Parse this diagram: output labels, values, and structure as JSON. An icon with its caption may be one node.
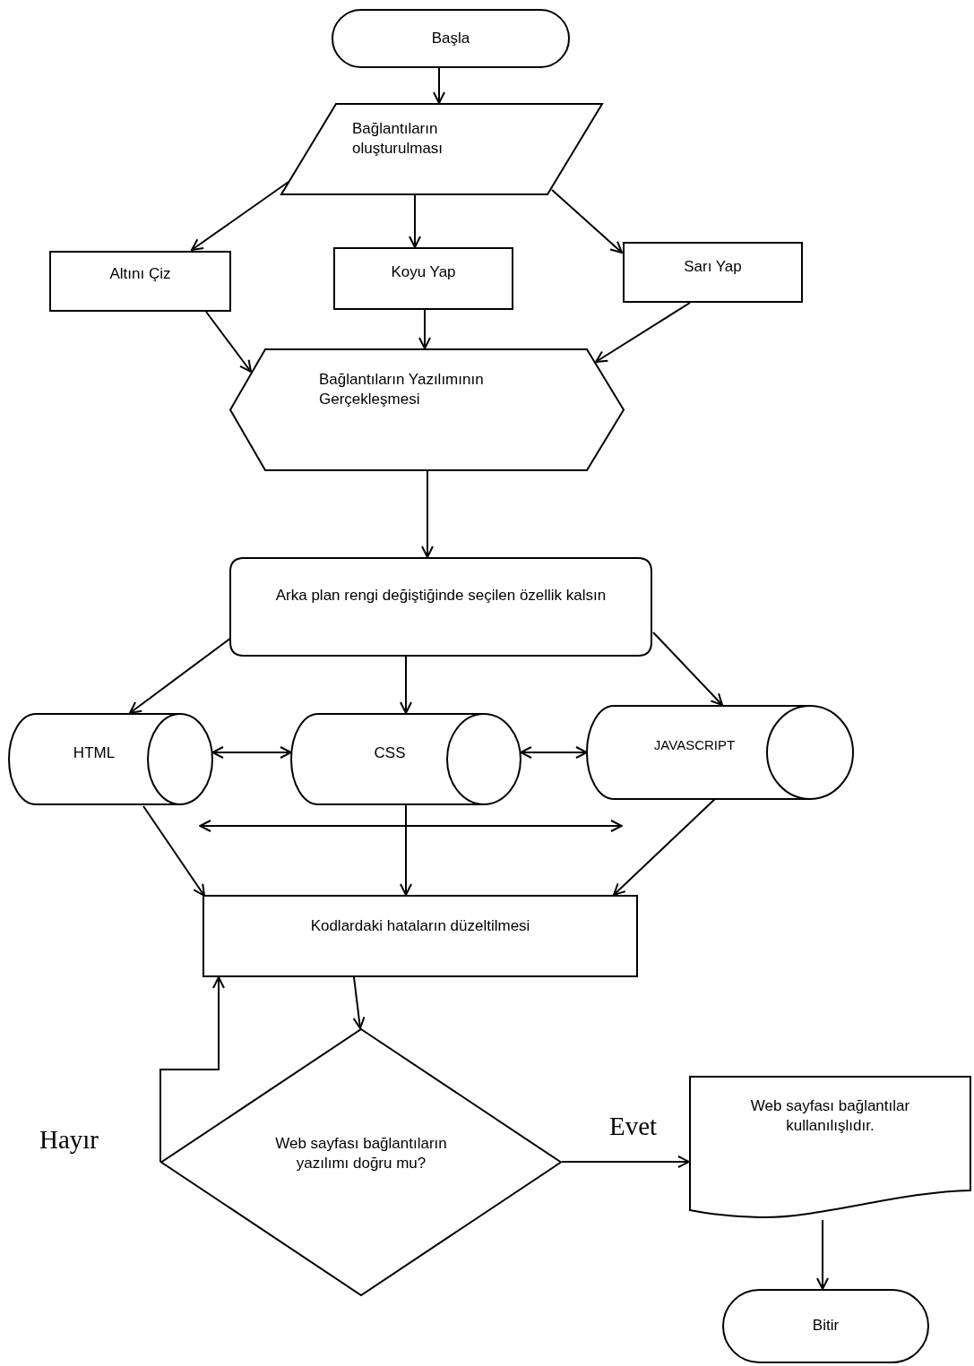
{
  "diagram": {
    "nodes": [
      {
        "text": [
          "Başla"
        ]
      },
      {
        "text": [
          "Bağlantıların oluşturulması"
        ]
      },
      {
        "text": [
          "Altını Çiz"
        ]
      },
      {
        "text": [
          "Koyu Yap"
        ]
      },
      {
        "text": [
          "Sarı Yap"
        ]
      },
      {
        "text": [
          "Bağlantıların Yazılımının Gerçekleşmesi"
        ]
      },
      {
        "text": [
          "Arka plan rengi değiştiğinde seçilen özellik kalsın"
        ]
      },
      {
        "text": [
          "HTML"
        ]
      },
      {
        "text": [
          "CSS"
        ]
      },
      {
        "text": [
          "JAVASCRIPT"
        ]
      },
      {
        "text": [
          "Kodlardaki hataların düzeltilmesi"
        ]
      },
      {
        "text": [
          "Web sayfası bağlantıların yazılımı doğru mu?"
        ]
      },
      {
        "text": [
          "Web sayfası bağlantılar kullanılışlıdır."
        ]
      },
      {
        "text": [
          "Bitir"
        ]
      }
    ],
    "edges": [
      {
        "from": 0,
        "to": 1,
        "arrow": "to"
      },
      {
        "from": 1,
        "to": 2,
        "arrow": "to"
      },
      {
        "from": 1,
        "to": 3,
        "arrow": "to"
      },
      {
        "from": 1,
        "to": 4,
        "arrow": "to"
      },
      {
        "from": 2,
        "to": 5,
        "arrow": "to"
      },
      {
        "from": 3,
        "to": 5,
        "arrow": "to"
      },
      {
        "from": 4,
        "to": 5,
        "arrow": "to"
      },
      {
        "from": 5,
        "to": 6,
        "arrow": "to"
      },
      {
        "from": 6,
        "to": 7,
        "arrow": "to"
      },
      {
        "from": 6,
        "to": 8,
        "arrow": "to"
      },
      {
        "from": 6,
        "to": 9,
        "arrow": "to"
      },
      {
        "from": 7,
        "to": 8,
        "arrow": "both"
      },
      {
        "from": 8,
        "to": 9,
        "arrow": "both"
      },
      {
        "from": 7,
        "to": 9,
        "arrow": "both"
      },
      {
        "from": 7,
        "to": 10,
        "arrow": "to"
      },
      {
        "from": 8,
        "to": 10,
        "arrow": "to"
      },
      {
        "from": 9,
        "to": 10,
        "arrow": "to"
      },
      {
        "from": 10,
        "to": 11,
        "arrow": "to"
      },
      {
        "from": 11,
        "to": 10,
        "arrow": "to",
        "label": "Hayır"
      },
      {
        "from": 11,
        "to": 12,
        "arrow": "to",
        "label": "Evet"
      },
      {
        "from": 12,
        "to": 13,
        "arrow": "to"
      }
    ]
  }
}
